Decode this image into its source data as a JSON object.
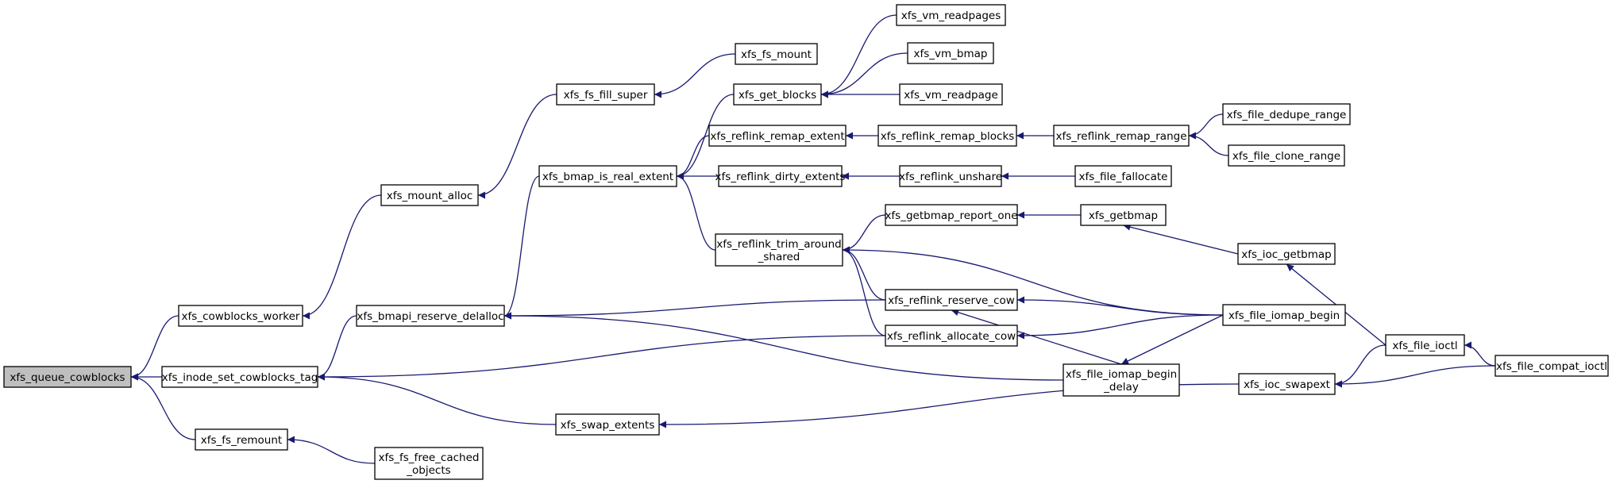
{
  "colors": {
    "edge": "#191970",
    "root_fill": "#bfbfbf",
    "node_fill": "#ffffff",
    "border": "#000000"
  },
  "nodes": [
    {
      "id": "n1",
      "lines": [
        "xfs_queue_cowblocks"
      ],
      "root": true
    },
    {
      "id": "n2",
      "lines": [
        "xfs_cowblocks_worker"
      ]
    },
    {
      "id": "n3",
      "lines": [
        "xfs_inode_set_cowblocks_tag"
      ]
    },
    {
      "id": "n4",
      "lines": [
        "xfs_fs_remount"
      ]
    },
    {
      "id": "n5",
      "lines": [
        "xfs_mount_alloc"
      ]
    },
    {
      "id": "n6",
      "lines": [
        "xfs_bmapi_reserve_delalloc"
      ]
    },
    {
      "id": "n7",
      "lines": [
        "xfs_reflink_allocate_cow"
      ]
    },
    {
      "id": "n8",
      "lines": [
        "xfs_swap_extents"
      ]
    },
    {
      "id": "n9",
      "lines": [
        "xfs_fs_free_cached",
        "_objects"
      ]
    },
    {
      "id": "n10",
      "lines": [
        "xfs_fs_fill_super"
      ]
    },
    {
      "id": "n11",
      "lines": [
        "xfs_fs_mount"
      ]
    },
    {
      "id": "n12",
      "lines": [
        "xfs_bmap_is_real_extent"
      ]
    },
    {
      "id": "n13",
      "lines": [
        "xfs_file_iomap_begin",
        "_delay"
      ]
    },
    {
      "id": "n14",
      "lines": [
        "xfs_reflink_reserve_cow"
      ]
    },
    {
      "id": "n15",
      "lines": [
        "xfs_get_blocks"
      ]
    },
    {
      "id": "n16",
      "lines": [
        "xfs_reflink_remap_extent"
      ]
    },
    {
      "id": "n17",
      "lines": [
        "xfs_reflink_dirty_extents"
      ]
    },
    {
      "id": "n18",
      "lines": [
        "xfs_reflink_trim_around",
        "_shared"
      ]
    },
    {
      "id": "n19",
      "lines": [
        "xfs_vm_readpages"
      ]
    },
    {
      "id": "n20",
      "lines": [
        "xfs_vm_bmap"
      ]
    },
    {
      "id": "n21",
      "lines": [
        "xfs_vm_readpage"
      ]
    },
    {
      "id": "n22",
      "lines": [
        "xfs_reflink_remap_blocks"
      ]
    },
    {
      "id": "n23",
      "lines": [
        "xfs_reflink_remap_range"
      ]
    },
    {
      "id": "n24",
      "lines": [
        "xfs_file_dedupe_range"
      ]
    },
    {
      "id": "n25",
      "lines": [
        "xfs_file_clone_range"
      ]
    },
    {
      "id": "n26",
      "lines": [
        "xfs_reflink_unshare"
      ]
    },
    {
      "id": "n27",
      "lines": [
        "xfs_file_fallocate"
      ]
    },
    {
      "id": "n28",
      "lines": [
        "xfs_getbmap_report_one"
      ]
    },
    {
      "id": "n29",
      "lines": [
        "xfs_getbmap"
      ]
    },
    {
      "id": "n30",
      "lines": [
        "xfs_ioc_getbmap"
      ]
    },
    {
      "id": "n31",
      "lines": [
        "xfs_file_iomap_begin"
      ]
    },
    {
      "id": "n32",
      "lines": [
        "xfs_ioc_swapext"
      ]
    },
    {
      "id": "n33",
      "lines": [
        "xfs_file_ioctl"
      ]
    },
    {
      "id": "n34",
      "lines": [
        "xfs_file_compat_ioctl"
      ]
    }
  ],
  "edges": [
    [
      "n2",
      "n1"
    ],
    [
      "n3",
      "n1"
    ],
    [
      "n4",
      "n1"
    ],
    [
      "n5",
      "n2"
    ],
    [
      "n6",
      "n3"
    ],
    [
      "n7",
      "n3"
    ],
    [
      "n8",
      "n3"
    ],
    [
      "n9",
      "n4"
    ],
    [
      "n10",
      "n5"
    ],
    [
      "n11",
      "n10"
    ],
    [
      "n12",
      "n6"
    ],
    [
      "n13",
      "n6"
    ],
    [
      "n14",
      "n6"
    ],
    [
      "n15",
      "n12"
    ],
    [
      "n16",
      "n12"
    ],
    [
      "n17",
      "n12"
    ],
    [
      "n18",
      "n12"
    ],
    [
      "n19",
      "n15"
    ],
    [
      "n20",
      "n15"
    ],
    [
      "n21",
      "n15"
    ],
    [
      "n22",
      "n16"
    ],
    [
      "n23",
      "n22"
    ],
    [
      "n24",
      "n23"
    ],
    [
      "n25",
      "n23"
    ],
    [
      "n26",
      "n17"
    ],
    [
      "n27",
      "n26"
    ],
    [
      "n28",
      "n18"
    ],
    [
      "n14",
      "n18"
    ],
    [
      "n7",
      "n18"
    ],
    [
      "n31",
      "n18"
    ],
    [
      "n29",
      "n28"
    ],
    [
      "n30",
      "n29"
    ],
    [
      "n33",
      "n30"
    ],
    [
      "n34",
      "n33"
    ],
    [
      "n31",
      "n14"
    ],
    [
      "n13",
      "n14"
    ],
    [
      "n31",
      "n7"
    ],
    [
      "n31",
      "n13"
    ],
    [
      "n32",
      "n8"
    ],
    [
      "n33",
      "n32"
    ],
    [
      "n34",
      "n32"
    ]
  ]
}
